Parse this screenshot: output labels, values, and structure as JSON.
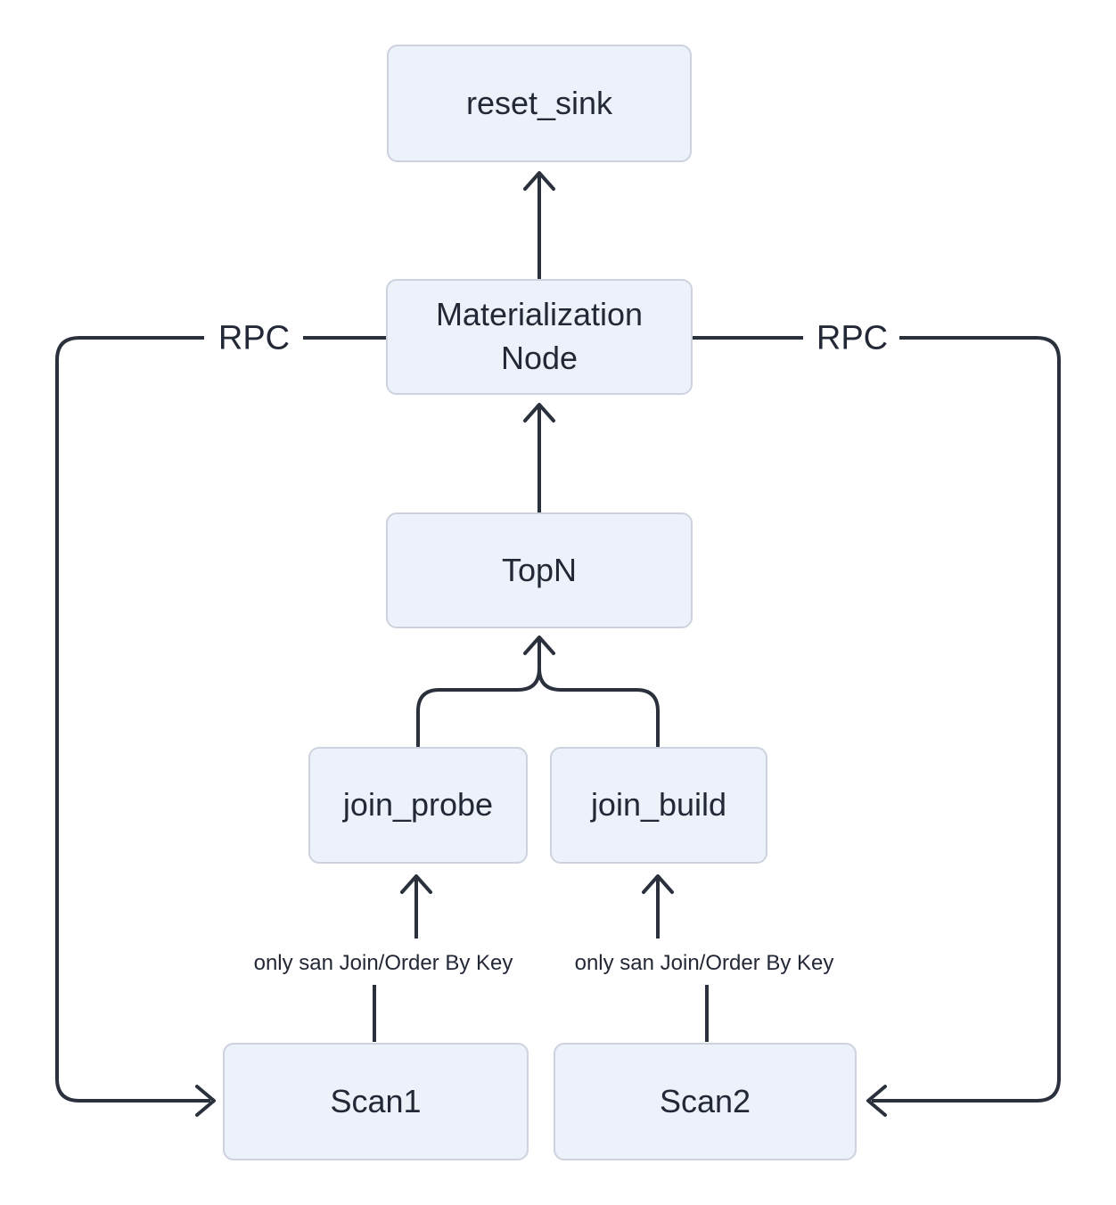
{
  "diagram": {
    "title": "query plan flow diagram",
    "nodes": [
      {
        "id": "reset_sink",
        "label": "reset_sink"
      },
      {
        "id": "materialization_node",
        "label": "Materialization Node"
      },
      {
        "id": "topn",
        "label": "TopN"
      },
      {
        "id": "join_probe",
        "label": "join_probe"
      },
      {
        "id": "join_build",
        "label": "join_build"
      },
      {
        "id": "scan1",
        "label": "Scan1"
      },
      {
        "id": "scan2",
        "label": "Scan2"
      }
    ],
    "edge_labels": {
      "rpc_left": "RPC",
      "rpc_right": "RPC",
      "scan1_annotation": "only san Join/Order By Key",
      "scan2_annotation": "only san Join/Order By Key"
    },
    "edges": [
      {
        "from": "materialization_node",
        "to": "reset_sink"
      },
      {
        "from": "topn",
        "to": "materialization_node"
      },
      {
        "from": "join_probe",
        "to": "topn"
      },
      {
        "from": "join_build",
        "to": "topn"
      },
      {
        "from": "scan1",
        "to": "join_probe",
        "label": "only san Join/Order By Key"
      },
      {
        "from": "scan2",
        "to": "join_build",
        "label": "only san Join/Order By Key"
      },
      {
        "from": "materialization_node",
        "to": "scan1",
        "label": "RPC"
      },
      {
        "from": "materialization_node",
        "to": "scan2",
        "label": "RPC"
      }
    ]
  },
  "colors": {
    "node-fill": "#edf1fa",
    "node-border": "#ccd2de",
    "edge-line": "#2b313c",
    "text": "#222835",
    "bg": "#ffffff"
  }
}
